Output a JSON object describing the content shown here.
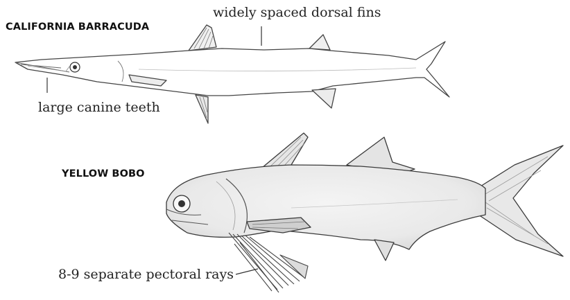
{
  "fish": [
    {
      "name": "CALIFORNIA BARRACUDA",
      "annotations": [
        "widely spaced dorsal fins",
        "large canine teeth"
      ]
    },
    {
      "name": "YELLOW BOBO",
      "annotations": [
        "8-9 separate pectoral rays"
      ]
    }
  ]
}
